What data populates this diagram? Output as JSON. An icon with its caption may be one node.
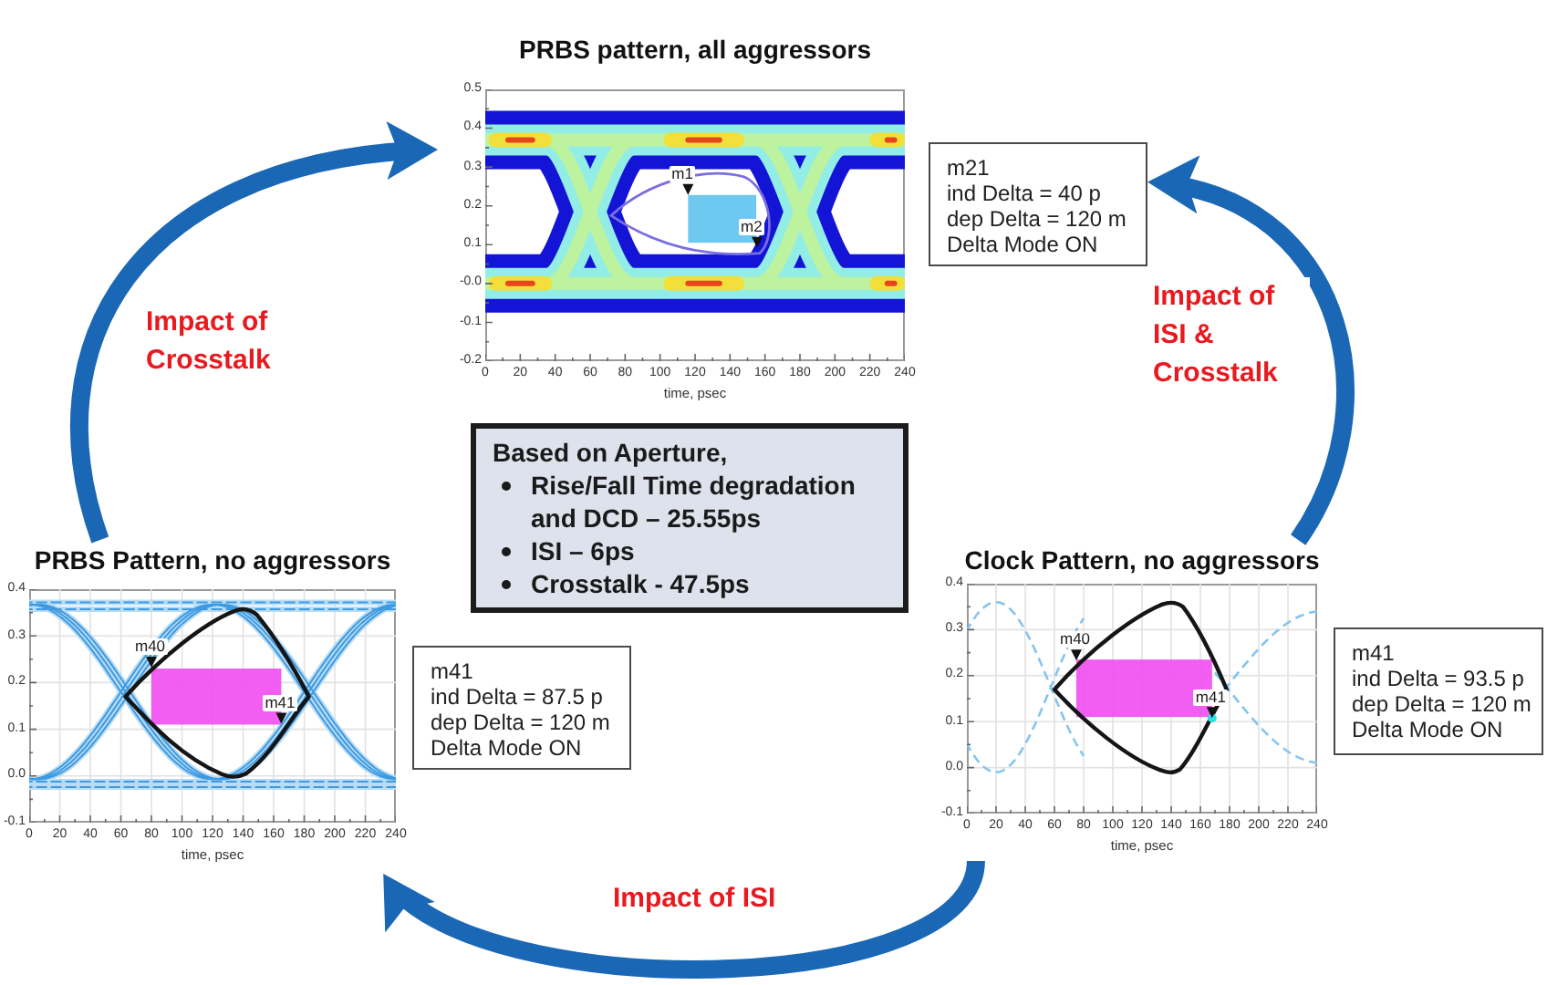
{
  "diagram": {
    "nodes": [
      {
        "text": [
          "PRBS pattern, all aggressors"
        ]
      },
      {
        "text": [
          "m21",
          "ind Delta = 40 p",
          "dep Delta = 120 m",
          "Delta Mode ON"
        ]
      },
      {
        "text": [
          "Based on Aperture,",
          "Rise/Fall Time degradation and DCD – 25.55ps",
          "ISI – 6ps",
          "Crosstalk - 47.5ps"
        ]
      },
      {
        "text": [
          "PRBS Pattern, no aggressors"
        ]
      },
      {
        "text": [
          "m41",
          "ind Delta = 87.5 p",
          "dep Delta = 120 m",
          "Delta Mode ON"
        ]
      },
      {
        "text": [
          "Clock Pattern, no aggressors"
        ]
      },
      {
        "text": [
          "m41",
          "ind Delta = 93.5 p",
          "dep Delta = 120 m",
          "Delta Mode ON"
        ]
      }
    ],
    "edges": [
      {
        "from": 3,
        "to": 0,
        "arrow": "to",
        "label": "Impact of Crosstalk"
      },
      {
        "from": 5,
        "to": 1,
        "arrow": "to",
        "label": "Impact of ISI & Crosstalk"
      },
      {
        "from": 5,
        "to": 3,
        "arrow": "to",
        "label": "Impact of ISI"
      }
    ],
    "labels": [
      "0.5",
      "0.4",
      "0.3",
      "0.2",
      "0.1",
      "-0.0",
      "-0.1",
      "-0.2",
      "m1",
      "m2",
      "0",
      "20",
      "40",
      "60",
      "80",
      "100",
      "120",
      "140",
      "160",
      "180",
      "200",
      "220",
      "240",
      "time, psec",
      "0.4",
      "0.3",
      "0.2",
      "0.1",
      "0.0",
      "-0.1",
      "m40",
      "m41",
      "0",
      "20",
      "40",
      "60",
      "80",
      "100",
      "120",
      "140",
      "160",
      "180",
      "200",
      "220",
      "240",
      "time, psec",
      "0.4",
      "0.3",
      "0.2",
      "0.1",
      "0.0",
      "-0.1",
      "m40",
      "m41",
      "0",
      "20",
      "40",
      "60",
      "80",
      "100",
      "120",
      "140",
      "160",
      "180",
      "200",
      "220",
      "240",
      "time, psec"
    ]
  }
}
